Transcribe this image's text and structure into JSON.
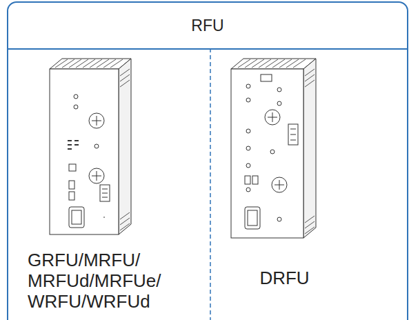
{
  "diagram": {
    "nodes": [
      {
        "text": [
          "RFU"
        ]
      },
      {
        "text": [
          "GRFU/MRFU/ MRFUd/MRFUe/ WRFU/WRFUd"
        ],
        "in": 0
      },
      {
        "text": [
          "DRFU"
        ],
        "in": 0
      }
    ]
  }
}
